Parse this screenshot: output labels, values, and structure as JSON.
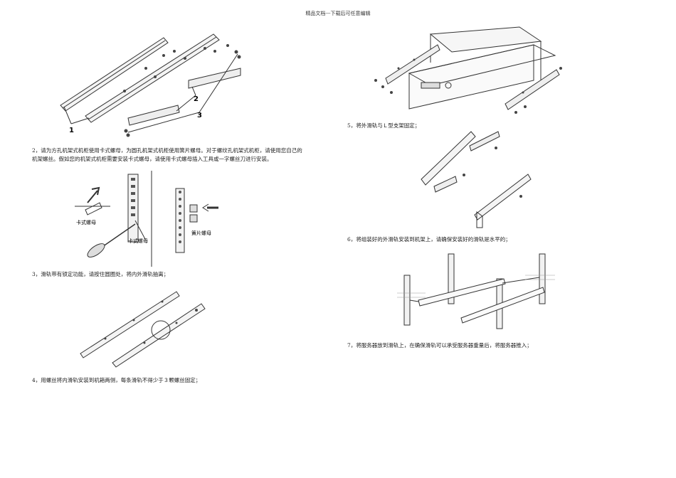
{
  "header": "精品文档---下载后可任意编辑",
  "left": {
    "fig1_callouts": [
      "1",
      "2",
      "3"
    ],
    "step2_line1": "2，请为方孔机架式机柜使用卡式螺母，为圆孔机架式机柜使用簧片螺母。对于螺纹孔机架式机柜，请使用您自己的",
    "step2_line2": "机架螺丝。假如您的机架式机柜需要安装卡式螺母，请使用卡式螺母插入工具或一字螺丝刀进行安装。",
    "fig2_label_clip": "卡式螺母",
    "fig2_label_clip2": "卡式螺母",
    "fig2_label_spring": "簧片螺母",
    "step3": "3，滑轨带有锁定功能，请按住圆圈处，将内外滑轨抽离；",
    "step4": "4，用螺丝将内滑轨安装到机箱两侧，每条滑轨不得少于３颗螺丝固定；"
  },
  "right": {
    "step5": "5，将外滑轨与Ｌ型支架固定；",
    "step6": "6，将组装好的外滑轨安装到机架上，请确保安装好的滑轨是水平的；",
    "step7": "7，将服务器放到滑轨上，在确保滑轨可以承受服务器重量后，将服务器推入；"
  }
}
